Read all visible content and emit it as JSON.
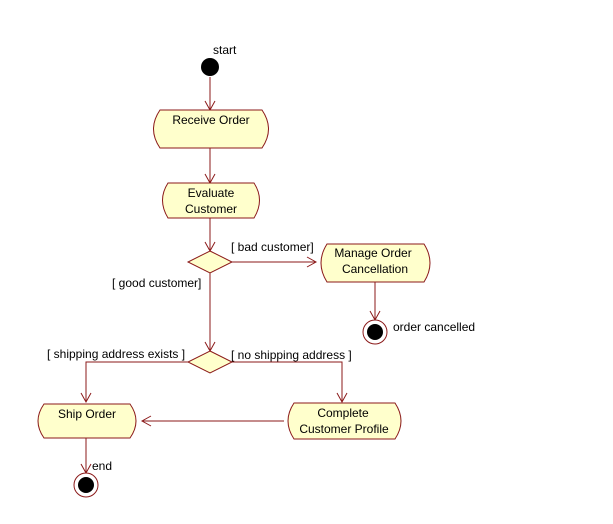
{
  "diagram": {
    "start_label": "start",
    "end_label": "end",
    "order_cancelled_label": "order cancelled",
    "activities": {
      "receive_order": [
        "Receive Order"
      ],
      "evaluate_customer": [
        "Evaluate",
        "Customer"
      ],
      "manage_cancellation": [
        "Manage Order",
        "Cancellation"
      ],
      "ship_order": [
        "Ship Order"
      ],
      "complete_profile": [
        "Complete",
        "Customer Profile"
      ]
    },
    "guards": {
      "bad_customer": "[ bad customer]",
      "good_customer": "[ good customer]",
      "shipping_address_exists": "[ shipping address exists ]",
      "no_shipping_address": "[ no shipping address ]"
    },
    "colors": {
      "node_fill": "#ffffcc",
      "line": "#8b1a1a",
      "final_fill": "#000000"
    }
  }
}
